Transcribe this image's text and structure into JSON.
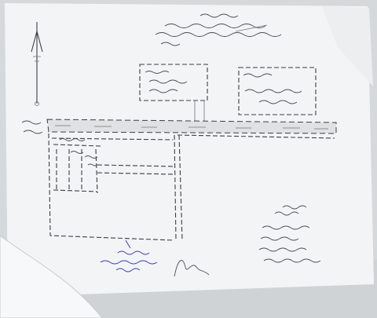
{
  "document": {
    "kind": "handwritten site plan sketch on paper",
    "text_legibility": "illegible"
  },
  "icons": {
    "north_arrow": "north-arrow-icon",
    "stamp": "seal-stamp",
    "signature": "handwritten-signature"
  },
  "colors": {
    "paper": "#f3f4f5",
    "ink": "#3b3f44",
    "stamp_ink": "#3b3fb0"
  }
}
